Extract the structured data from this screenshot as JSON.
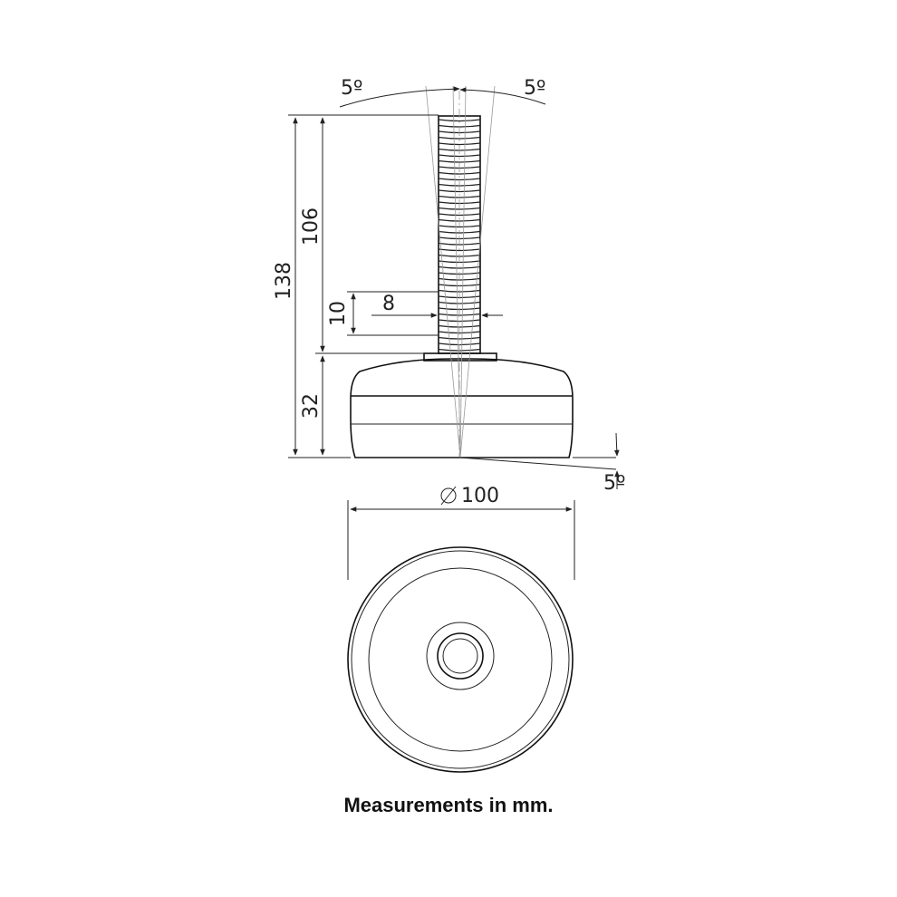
{
  "dimensions": {
    "total_height": "138",
    "thread_height": "106",
    "base_height": "32",
    "detail_height": "10",
    "thread_diameter": "8",
    "base_diameter": "100",
    "tilt_left": "5º",
    "tilt_right": "5º",
    "tilt_base": "5º"
  },
  "caption": "Measurements in mm.",
  "colors": {
    "line": "#222222",
    "background": "#ffffff"
  }
}
